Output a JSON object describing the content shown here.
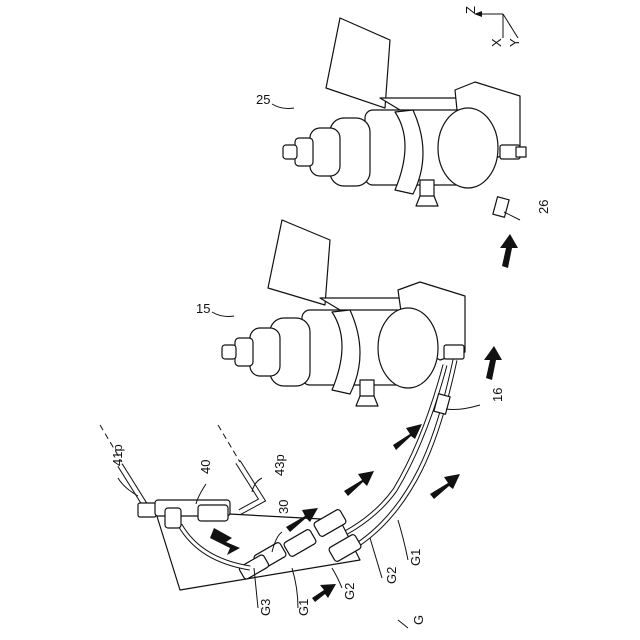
{
  "figure": {
    "labels": {
      "ref_25": "25",
      "ref_15": "15",
      "ref_26": "26",
      "ref_16": "16",
      "ref_41p": "41p",
      "ref_40": "40",
      "ref_43p": "43p",
      "ref_30": "30",
      "ref_G3": "G3",
      "ref_G1_a": "G1",
      "ref_G2_a": "G2",
      "ref_G2_b": "G2",
      "ref_G1_b": "G1",
      "ref_G": "G"
    },
    "axes": {
      "z": "Z",
      "x": "X",
      "y": "Y"
    }
  }
}
